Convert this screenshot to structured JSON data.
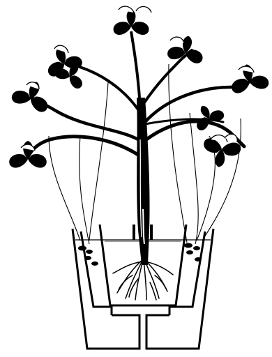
{
  "figure": {
    "caption": "",
    "ink_color": "#000000",
    "paper_color": "#ffffff",
    "leaf_clusters": 9,
    "leaflets_per_cluster": 3,
    "containers": 3,
    "root_zone_count": 3
  }
}
